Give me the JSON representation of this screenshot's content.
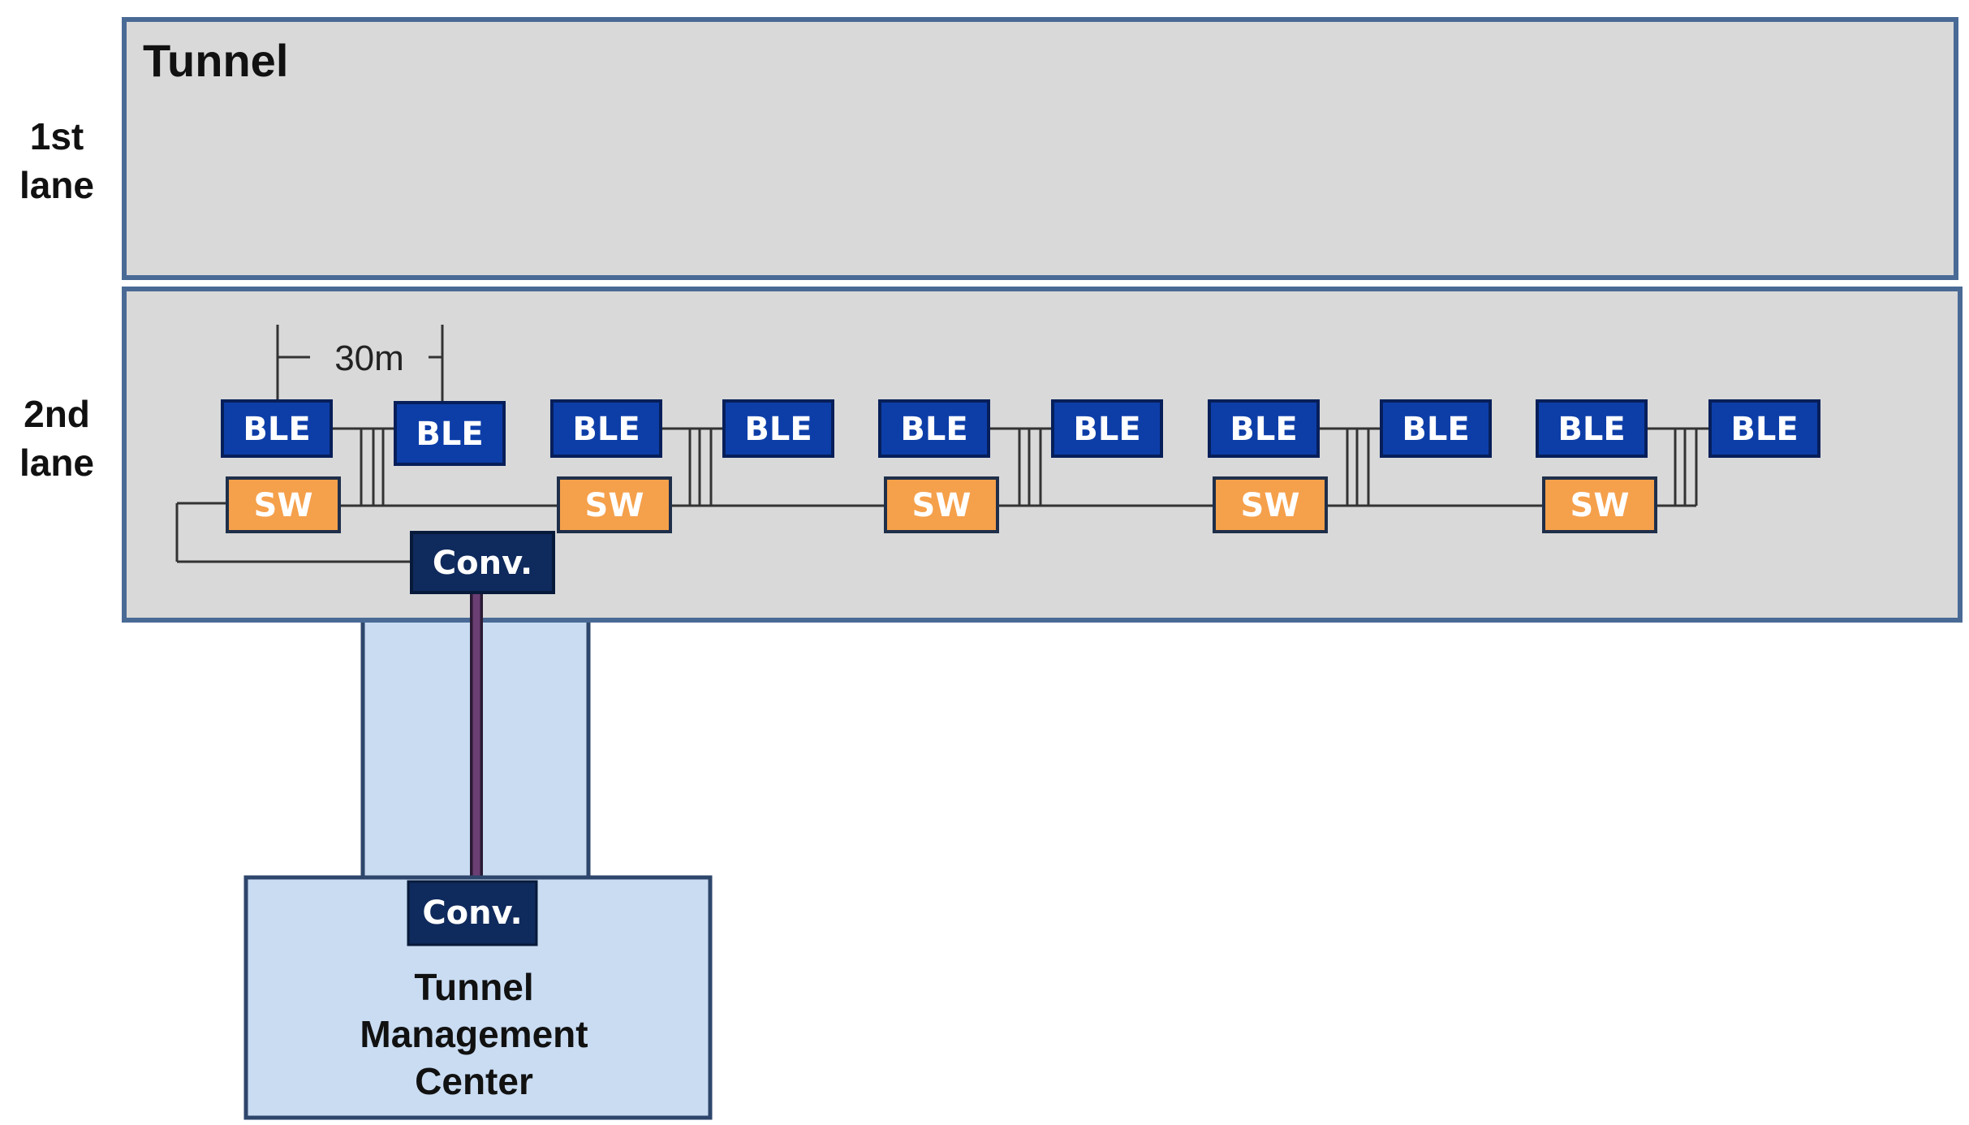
{
  "tunnel": {
    "title": "Tunnel"
  },
  "lanes": {
    "first": [
      "1st",
      "lane"
    ],
    "second": [
      "2nd",
      "lane"
    ]
  },
  "dimension": {
    "label": "30m"
  },
  "nodes": {
    "ble_label": "BLE",
    "sw_label": "SW",
    "conv_label": "Conv."
  },
  "management_center": {
    "lines": [
      "Tunnel",
      "Management",
      "Center"
    ],
    "conv_label": "Conv."
  },
  "colors": {
    "tunnel_fill": "#d9d9d9",
    "tunnel_border": "#4a6a96",
    "ble_fill": "#0d3ea8",
    "sw_fill": "#f5a04b",
    "conv_fill": "#0f2a5c",
    "center_fill": "#c9dcf2",
    "fiber": "#5a3560"
  }
}
